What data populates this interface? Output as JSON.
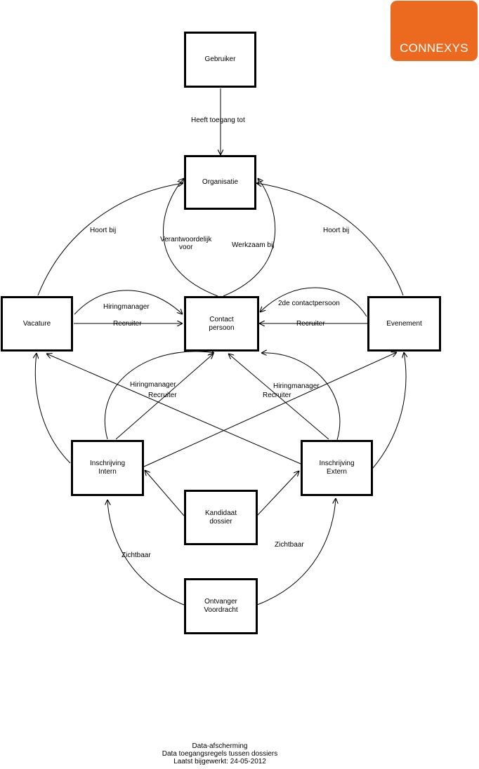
{
  "logo": {
    "text": "CONNEXYS",
    "color": "#ec6a1f"
  },
  "nodes": {
    "gebruiker": "Gebruiker",
    "organisatie": "Organisatie",
    "contact": "Contact\npersoon",
    "vacature": "Vacature",
    "evenement": "Evenement",
    "inschrijving_intern": "Inschrijving\nIntern",
    "inschrijving_extern": "Inschrijving\nExtern",
    "kandidaat": "Kandidaat\ndossier",
    "ontvanger": "Ontvanger\nVoordracht"
  },
  "edge_labels": {
    "heeft_toegang": "Heeft toegang tot",
    "hoort_bij_left": "Hoort bij",
    "hoort_bij_right": "Hoort bij",
    "verantwoordelijk": "Verantwoordelijk\nvoor",
    "werkzaam": "Werkzaam bij",
    "hiringmanager_vac": "Hiringmanager",
    "recruiter_vac": "Recruiter",
    "tweede_contact": "2de contactpersoon",
    "recruiter_even": "Recruiter",
    "hiringmanager_intern": "Hiringmanager",
    "recruiter_intern": "Recruiter",
    "hiringmanager_extern": "Hiringmanager",
    "recruiter_extern": "Recruiter",
    "zichtbaar_left": "Zichtbaar",
    "zichtbaar_right": "Zichtbaar"
  },
  "footer": {
    "line1": "Data-afscherming",
    "line2": "Data toegangsregels tussen dossiers",
    "line3": "Laatst bijgewerkt: 24-05-2012"
  }
}
